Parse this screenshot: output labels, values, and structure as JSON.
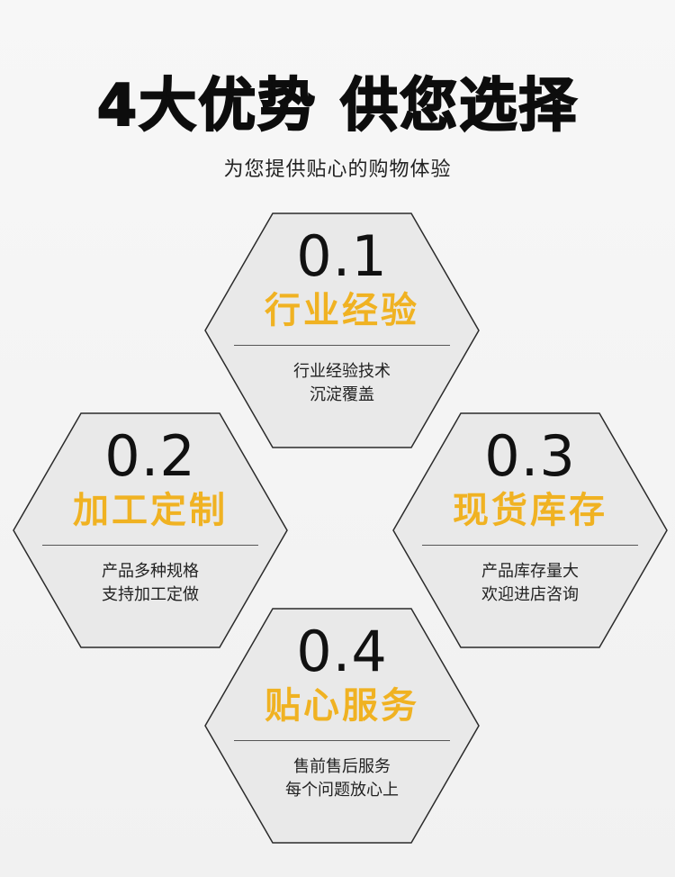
{
  "header": {
    "title_left": "4大优势",
    "title_right": "供您选择",
    "subtitle": "为您提供贴心的购物体验"
  },
  "colors": {
    "accent": "#f0b222",
    "hex_fill": "#e9e9e9",
    "hex_stroke": "#2b2b2b"
  },
  "advantages": [
    {
      "number": "0.1",
      "title": "行业经验",
      "lines": [
        "行业经验技术",
        "沉淀覆盖"
      ]
    },
    {
      "number": "0.2",
      "title": "加工定制",
      "lines": [
        "产品多种规格",
        "支持加工定做"
      ]
    },
    {
      "number": "0.3",
      "title": "现货库存",
      "lines": [
        "产品库存量大",
        "欢迎进店咨询"
      ]
    },
    {
      "number": "0.4",
      "title": "贴心服务",
      "lines": [
        "售前售后服务",
        "每个问题放心上"
      ]
    }
  ]
}
